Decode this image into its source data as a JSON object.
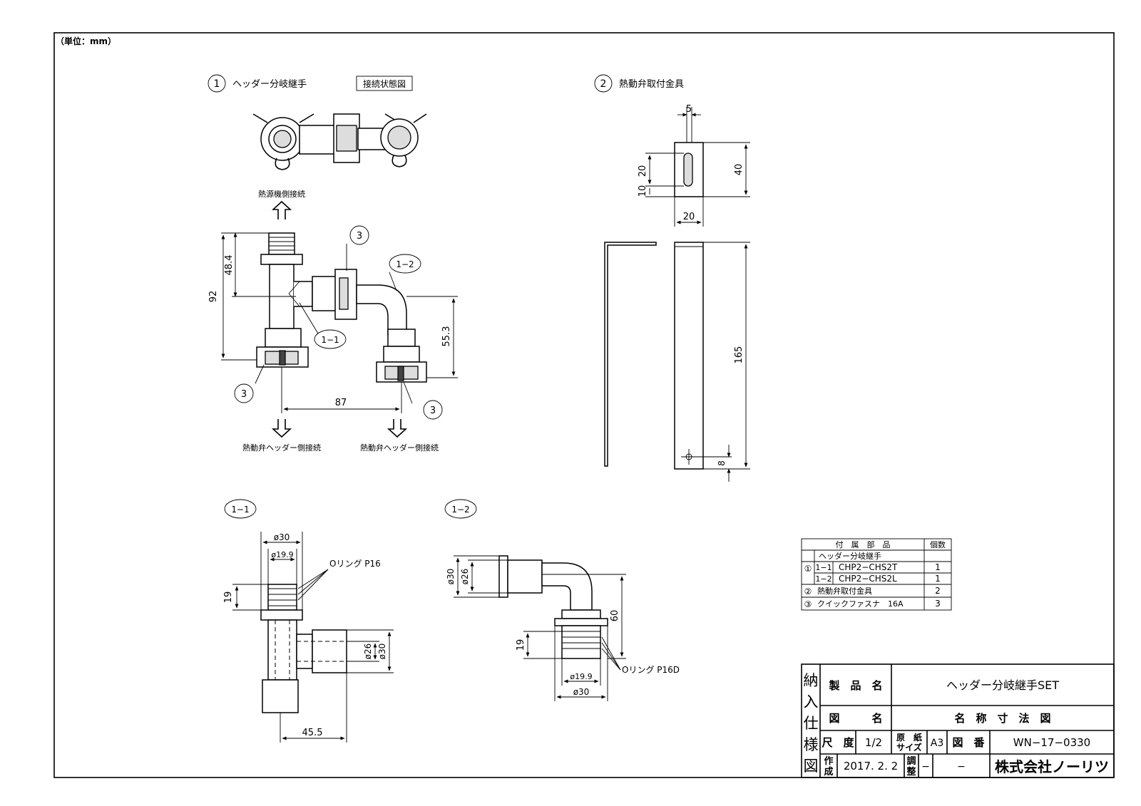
{
  "unit_note": "（単位：mm）",
  "views": {
    "v1": {
      "num": "1",
      "title": "ヘッダー分岐継手",
      "box": "接続状態図"
    },
    "v2": {
      "num": "2",
      "title": "熱動弁取付金具"
    },
    "v11": {
      "num": "1−1"
    },
    "v12": {
      "num": "1−2"
    }
  },
  "main": {
    "top_label": "熱源機側接続",
    "bottom_left_label": "熱動弁ヘッダー側接続",
    "bottom_right_label": "熱動弁ヘッダー側接続",
    "callout_3a": "3",
    "callout_3b": "3",
    "callout_3c": "3",
    "callout_11": "1−1",
    "callout_12": "1−2",
    "dim_92": "92",
    "dim_484": "48.4",
    "dim_553": "55.3",
    "dim_87": "87"
  },
  "bracket": {
    "dim_5": "5",
    "dim_20a": "20",
    "dim_10": "10",
    "dim_40": "40",
    "dim_20b": "20",
    "dim_165": "165",
    "dim_8": "8"
  },
  "detail11": {
    "dim_30": "ø30",
    "dim_199": "ø19.9",
    "oring": "Oリング P16",
    "dim_19": "19",
    "dim_26": "ø26",
    "dim_30b": "ø30",
    "dim_455": "45.5"
  },
  "detail12": {
    "dim_30": "ø30",
    "dim_26": "ø26",
    "dim_60": "60",
    "dim_19": "19",
    "oring": "Oリング P16D",
    "dim_199": "ø19.9",
    "dim_30b": "ø30"
  },
  "parts_table": {
    "header": [
      "付　属　部　品",
      "個数"
    ],
    "rows": [
      {
        "mark": "",
        "sub": "",
        "name": "ヘッダー分岐継手",
        "qty": ""
      },
      {
        "mark": "①",
        "sub": "1−1",
        "name": "CHP2−CHS2T",
        "qty": "1"
      },
      {
        "mark": "",
        "sub": "1−2",
        "name": "CHP2−CHS2L",
        "qty": "1"
      },
      {
        "mark": "②",
        "sub": "",
        "name": "熱動弁取付金具",
        "qty": "2"
      },
      {
        "mark": "③",
        "sub": "",
        "name": "クイックファスナ　16A",
        "qty": "3"
      }
    ]
  },
  "title_block": {
    "side": [
      "納",
      "入",
      "仕",
      "様",
      "図"
    ],
    "product_label": "製　品　名",
    "product_value": "ヘッダー分岐継手SET",
    "drawing_label": "図　　　名",
    "drawing_value": "名　称　寸　法　図",
    "scale_label": "尺　度",
    "scale_value": "1/2",
    "paper_label_1": "原　紙",
    "paper_label_2": "サイズ",
    "paper_value": "A3",
    "number_label": "図　番",
    "number_value": "WN−17−0330",
    "made_label_1": "作",
    "made_label_2": "成",
    "made_value": "2017. 2. 2",
    "check_label_1": "調",
    "check_label_2": "整",
    "check_value": "−",
    "check_value_2": "−",
    "company": "株式会社ノーリツ"
  }
}
